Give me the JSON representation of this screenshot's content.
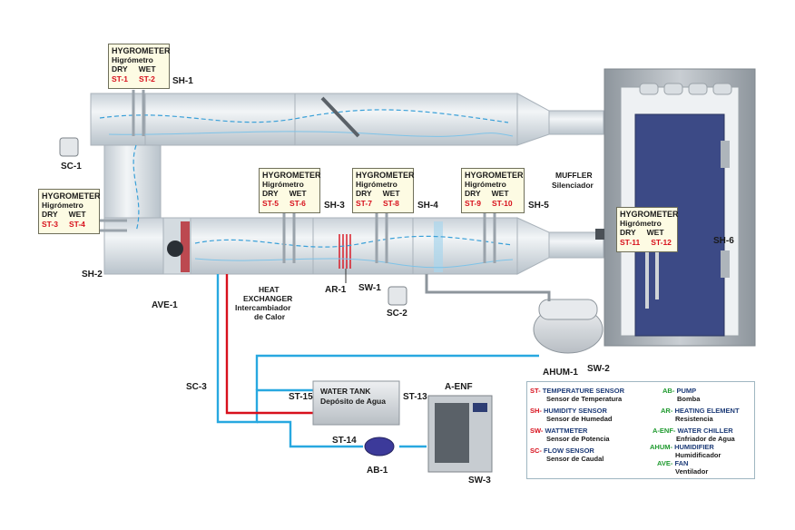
{
  "hygrometers": [
    {
      "title": "HYGROMETER",
      "subtitle": "Higrómetro",
      "dry": "DRY",
      "wet": "WET",
      "s1": "ST-1",
      "s2": "ST-2"
    },
    {
      "title": "HYGROMETER",
      "subtitle": "Higrómetro",
      "dry": "DRY",
      "wet": "WET",
      "s1": "ST-3",
      "s2": "ST-4"
    },
    {
      "title": "HYGROMETER",
      "subtitle": "Higrómetro",
      "dry": "DRY",
      "wet": "WET",
      "s1": "ST-5",
      "s2": "ST-6"
    },
    {
      "title": "HYGROMETER",
      "subtitle": "Higrómetro",
      "dry": "DRY",
      "wet": "WET",
      "s1": "ST-7",
      "s2": "ST-8"
    },
    {
      "title": "HYGROMETER",
      "subtitle": "Higrómetro",
      "dry": "DRY",
      "wet": "WET",
      "s1": "ST-9",
      "s2": "ST-10"
    },
    {
      "title": "HYGROMETER",
      "subtitle": "Higrómetro",
      "dry": "DRY",
      "wet": "WET",
      "s1": "ST-11",
      "s2": "ST-12"
    }
  ],
  "labels": {
    "sh1": "SH-1",
    "sh2": "SH-2",
    "sh3": "SH-3",
    "sh4": "SH-4",
    "sh5": "SH-5",
    "sh6": "SH-6",
    "sc1": "SC-1",
    "sc2": "SC-2",
    "sc3": "SC-3",
    "sw1": "SW-1",
    "sw2": "SW-2",
    "sw3": "SW-3",
    "ar1": "AR-1",
    "ave1": "AVE-1",
    "ahum1": "AHUM-1",
    "ab1": "AB-1",
    "aenf": "A-ENF",
    "st13": "ST-13",
    "st14": "ST-14",
    "st15": "ST-15"
  },
  "components": {
    "muffler": "MUFFLER",
    "muffler_es": "Silenciador",
    "heat_ex_1": "HEAT",
    "heat_ex_2": "EXCHANGER",
    "heat_ex_3": "Intercambiador",
    "heat_ex_4": "de Calor",
    "tank": "WATER TANK",
    "tank_es": "Depósito de Agua"
  },
  "legend": [
    {
      "code": "ST-",
      "name": "TEMPERATURE SENSOR",
      "es": "Sensor de Temperatura"
    },
    {
      "code": "SH-",
      "name": "HUMIDITY SENSOR",
      "es": "Sensor de Humedad"
    },
    {
      "code": "SW-",
      "name": "WATTMETER",
      "es": "Sensor de Potencia"
    },
    {
      "code": "SC-",
      "name": "FLOW SENSOR",
      "es": "Sensor de Caudal"
    },
    {
      "code": "AB-",
      "name": "PUMP",
      "es": "Bomba"
    },
    {
      "code": "AR-",
      "name": "HEATING ELEMENT",
      "es": "Resistencia"
    },
    {
      "code": "A-ENF-",
      "name": "WATER CHILLER",
      "es": "Enfriador de Agua"
    },
    {
      "code": "AHUM-",
      "name": "HUMIDIFIER",
      "es": "Humidificador"
    },
    {
      "code": "AVE-",
      "name": "FAN",
      "es": "Ventilador"
    }
  ],
  "colors": {
    "red": "#d8101c",
    "green": "#1f9a2f",
    "water": "#28a8e0",
    "duct": "#dfe5ea",
    "chamber": "#3c4a86"
  }
}
